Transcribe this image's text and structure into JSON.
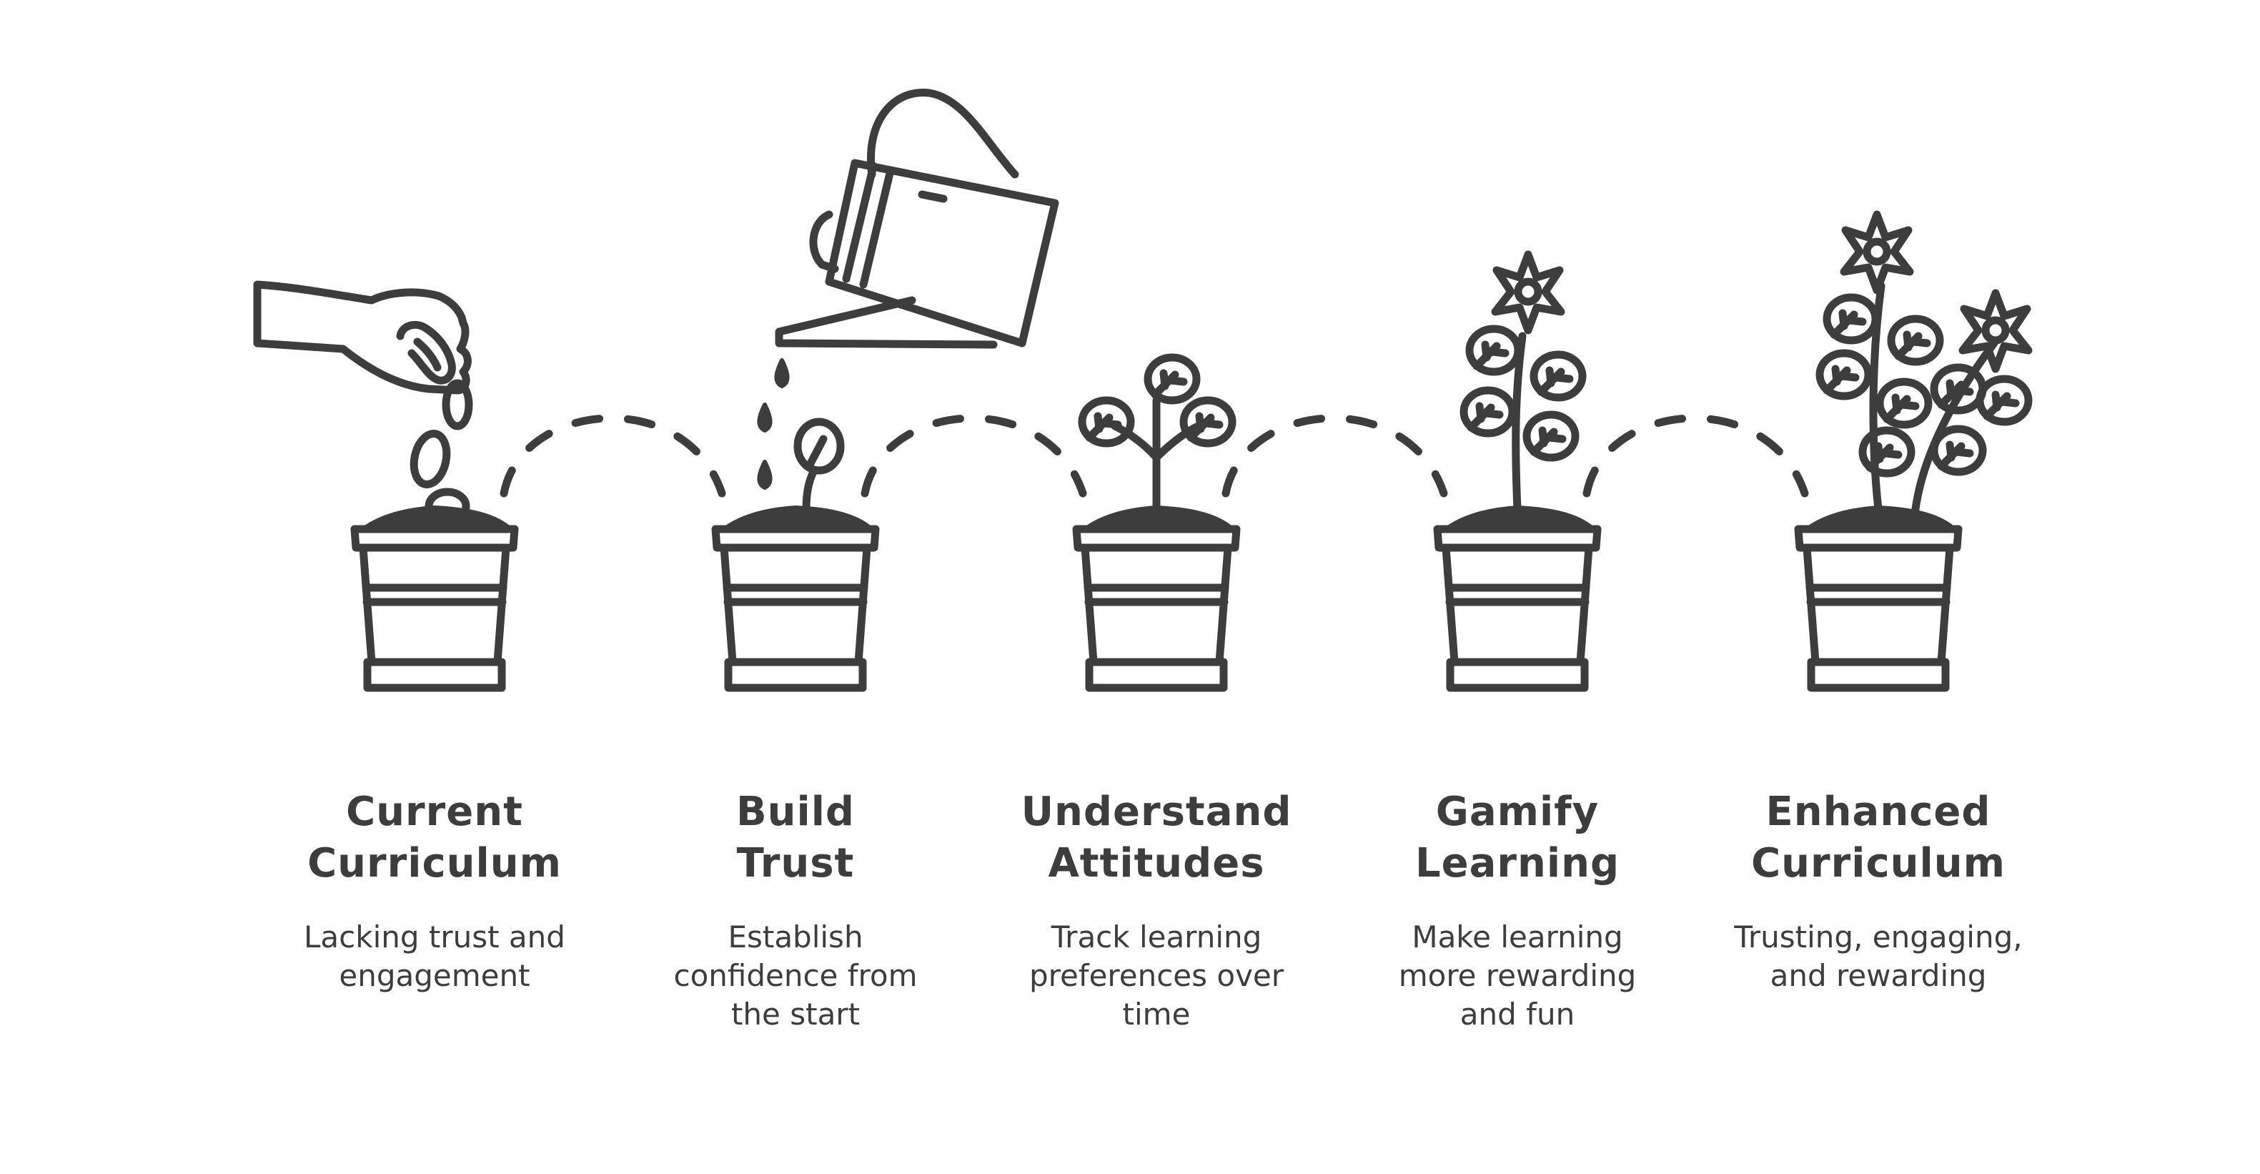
{
  "stages": [
    {
      "title": "Current\nCurriculum",
      "description": "Lacking trust and\nengagement",
      "icon": "hand-dropping-seed-icon"
    },
    {
      "title": "Build\nTrust",
      "description": "Establish\nconfidence from\nthe start",
      "icon": "watering-can-sprout-icon"
    },
    {
      "title": "Understand\nAttitudes",
      "description": "Track learning\npreferences over\ntime",
      "icon": "seedling-pot-icon"
    },
    {
      "title": "Gamify\nLearning",
      "description": "Make learning\nmore rewarding\nand fun",
      "icon": "flowering-plant-pot-icon"
    },
    {
      "title": "Enhanced\nCurriculum",
      "description": "Trusting, engaging,\nand rewarding",
      "icon": "full-grown-plant-pot-icon"
    }
  ],
  "colors": {
    "ink": "#3d3d3d",
    "background": "#ffffff"
  }
}
